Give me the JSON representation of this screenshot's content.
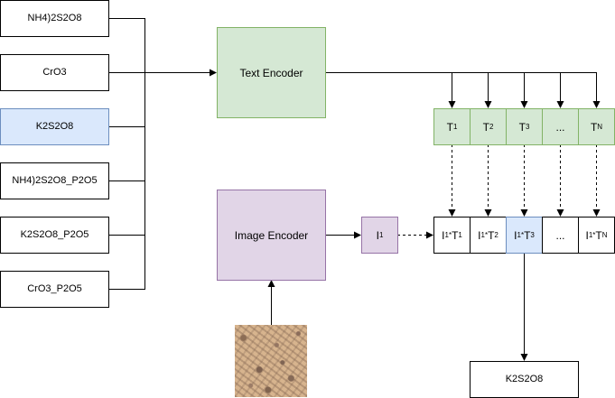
{
  "inputs": [
    {
      "label": "NH4)2S2O8",
      "highlighted": false
    },
    {
      "label": "CrO3",
      "highlighted": false
    },
    {
      "label": "K2S2O8",
      "highlighted": true
    },
    {
      "label": "NH4)2S2O8_P2O5",
      "highlighted": false
    },
    {
      "label": "K2S2O8_P2O5",
      "highlighted": false
    },
    {
      "label": "CrO3_P2O5",
      "highlighted": false
    }
  ],
  "text_encoder": {
    "label": "Text Encoder"
  },
  "image_encoder": {
    "label": "Image Encoder"
  },
  "image_embedding": {
    "base": "I",
    "sub": "1"
  },
  "text_embeddings": [
    {
      "base": "T",
      "sub": "1"
    },
    {
      "base": "T",
      "sub": "2"
    },
    {
      "base": "T",
      "sub": "3"
    },
    {
      "base": "...",
      "sub": ""
    },
    {
      "base": "T",
      "sub": "N"
    }
  ],
  "similarity_cells": [
    {
      "a": "I",
      "a_sub": "1",
      "op": "*",
      "b": "T",
      "b_sub": "1",
      "highlighted": false
    },
    {
      "a": "I",
      "a_sub": "1",
      "op": "*",
      "b": "T",
      "b_sub": "2",
      "highlighted": false
    },
    {
      "a": "I",
      "a_sub": "1",
      "op": "*",
      "b": "T",
      "b_sub": "3",
      "highlighted": true
    },
    {
      "a": "...",
      "a_sub": "",
      "op": "",
      "b": "",
      "b_sub": "",
      "highlighted": false
    },
    {
      "a": "I",
      "a_sub": "1",
      "op": "*",
      "b": "T",
      "b_sub": "N",
      "highlighted": false
    }
  ],
  "output": {
    "label": "K2S2O8"
  },
  "colors": {
    "green_fill": "#d5e8d4",
    "purple_fill": "#e1d5e7",
    "blue_fill": "#dae8fc"
  }
}
